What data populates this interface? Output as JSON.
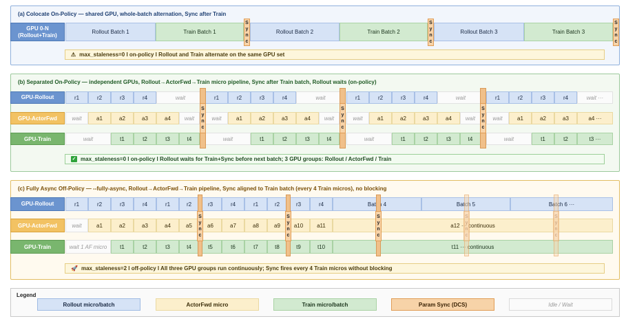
{
  "panels": {
    "a": {
      "title": "(a) Colocate On-Policy  —  shared GPU, whole-batch alternation, Sync after Train",
      "row_label_line1": "GPU 0-N",
      "row_label_line2": "(Rollout+Train)",
      "blocks": [
        "Rollout  Batch 1",
        "Train  Batch 1",
        "Rollout  Batch 2",
        "Train  Batch 2",
        "Rollout  Batch 3",
        "Train  Batch 3"
      ],
      "sync_letters": [
        "S",
        "y",
        "n",
        "c"
      ],
      "note_icon": "⚠",
      "note": "max_staleness=0 l  on-policy  l  Rollout and Train alternate on the same GPU set"
    },
    "b": {
      "title": "(b) Separated On-Policy  —  independent GPUs, Rollout→ActorFwd→Train micro pipeline, Sync after Train batch, Rollout waits (on-policy)",
      "labels": [
        "GPU-Rollout",
        "GPU-ActorFwd",
        "GPU-Train"
      ],
      "rollout": [
        "r1",
        "r2",
        "r3",
        "r4",
        "wait",
        "r1",
        "r2",
        "r3",
        "r4",
        "wait",
        "r1",
        "r2",
        "r3",
        "r4",
        "wait",
        "r1",
        "r2",
        "r3",
        "r4",
        "wait ···"
      ],
      "actor": [
        "wait",
        "a1",
        "a2",
        "a3",
        "a4",
        "wait",
        "wait",
        "a1",
        "a2",
        "a3",
        "a4",
        "wait",
        "wait",
        "a1",
        "a2",
        "a3",
        "a4",
        "wait",
        "wait",
        "a1",
        "a2",
        "a3",
        "a4 ···"
      ],
      "train": [
        "wait",
        "t1",
        "t2",
        "t3",
        "t4",
        "wait",
        "t1",
        "t2",
        "t3",
        "t4",
        "wait",
        "t1",
        "t2",
        "t3",
        "t4",
        "wait",
        "t1",
        "t2",
        "t3 ···"
      ],
      "sync_letters": [
        "S",
        "y",
        "n",
        "c"
      ],
      "note_icon": "✓",
      "note": "max_staleness=0 l  on-policy  l  Rollout waits for Train+Sync before next batch; 3 GPU groups: Rollout / ActorFwd / Train"
    },
    "c": {
      "title": "(c) Fully Async Off-Policy  —  --fully-async, Rollout→ActorFwd→Train pipeline, Sync aligned to Train batch (every 4 Train micros), no blocking",
      "labels": [
        "GPU-Rollout",
        "GPU-ActorFwd",
        "GPU-Train"
      ],
      "rollout": [
        "r1",
        "r2",
        "r3",
        "r4",
        "r1",
        "r2",
        "r3",
        "r4",
        "r1",
        "r2",
        "r3",
        "r4",
        "Batch 4",
        "Batch 5",
        "Batch 6 ···"
      ],
      "actor": [
        "wait",
        "a1",
        "a2",
        "a3",
        "a4",
        "a5",
        "a6",
        "a7",
        "a8",
        "a9",
        "a10",
        "a11",
        "a12 ··· continuous"
      ],
      "train": [
        "wait 1 AF micro",
        "t1",
        "t2",
        "t3",
        "t4",
        "t5",
        "t6",
        "t7",
        "t8",
        "t9",
        "t10",
        "t11 ··· continuous"
      ],
      "sync_letters": [
        "S",
        "y",
        "n",
        "c"
      ],
      "note_icon": "🚀",
      "note": "max_staleness=2 l  off-policy  l  All three GPU groups run continuously; Sync fires every 4 Train micros without blocking"
    }
  },
  "legend": {
    "title": "Legend",
    "items": [
      "Rollout micro/batch",
      "ActorFwd micro",
      "Train micro/batch",
      "Param Sync (DCS)",
      "Idle / Wait"
    ]
  },
  "colors": {
    "rollout": "#d6e3f6",
    "actorfwd": "#fcefcc",
    "train": "#d2ead0",
    "sync": "#f7d3a8",
    "wait": "#fbfbfb"
  }
}
